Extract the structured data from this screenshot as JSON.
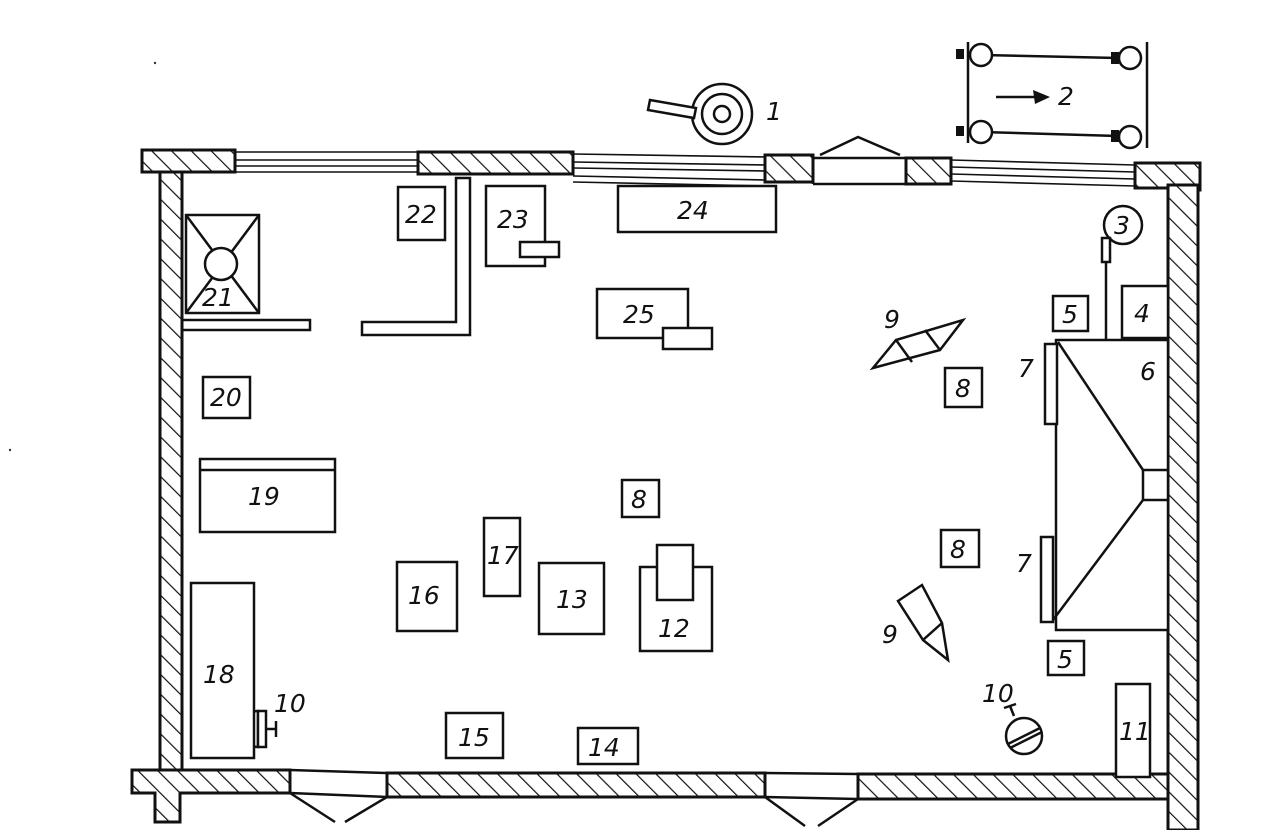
{
  "labels": {
    "l1": "1",
    "l2": "2",
    "l3": "3",
    "l4": "4",
    "l5a": "5",
    "l5b": "5",
    "l6": "6",
    "l7a": "7",
    "l7b": "7",
    "l8a": "8",
    "l8b": "8",
    "l8c": "8",
    "l9a": "9",
    "l9b": "9",
    "l10a": "10",
    "l10b": "10",
    "l11": "11",
    "l12": "12",
    "l13": "13",
    "l14": "14",
    "l15": "15",
    "l16": "16",
    "l17": "17",
    "l18": "18",
    "l19": "19",
    "l20": "20",
    "l21": "21",
    "l22": "22",
    "l23": "23",
    "l24": "24",
    "l25": "25"
  }
}
